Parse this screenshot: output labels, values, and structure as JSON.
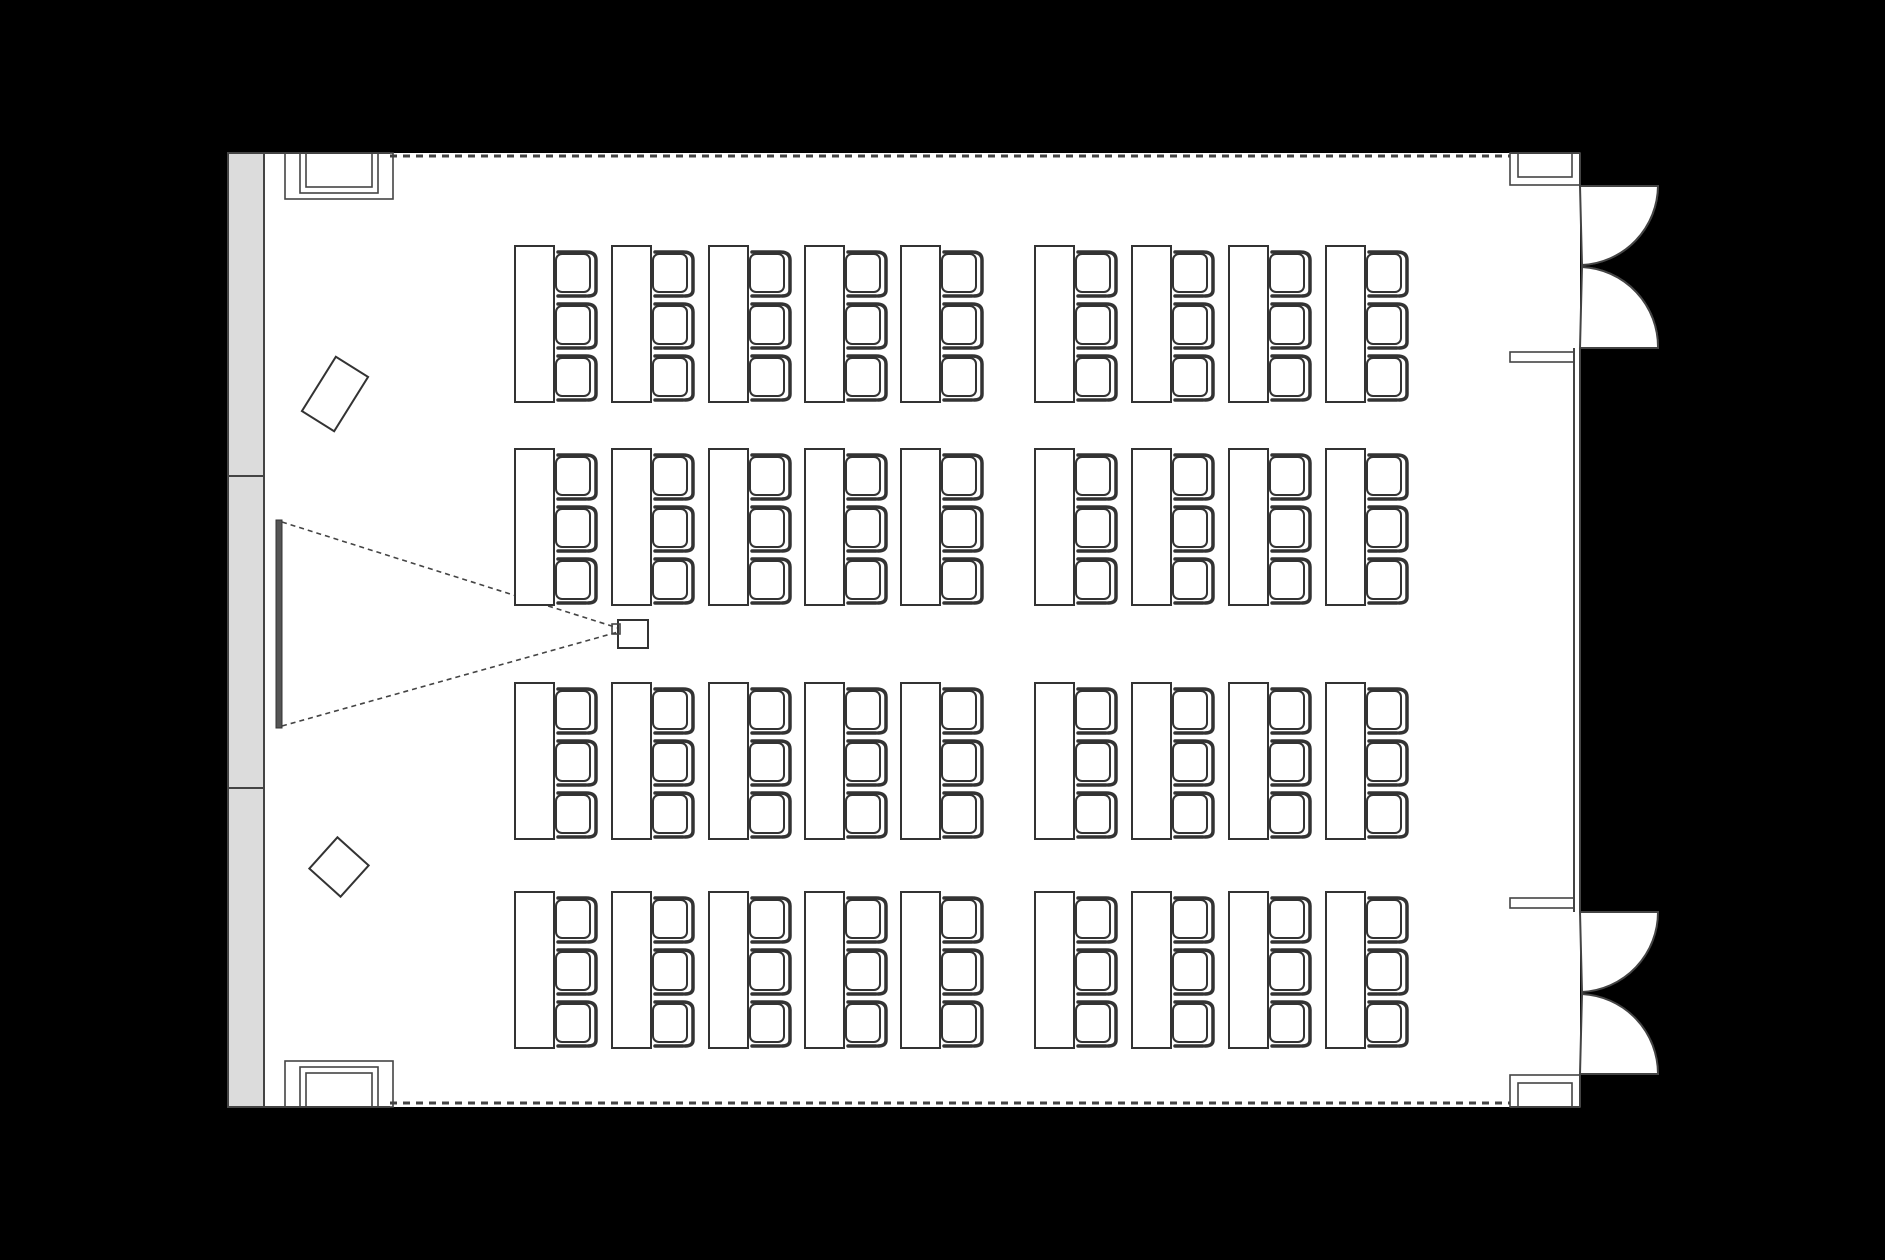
{
  "plan": {
    "layout": "classroom",
    "desk_groups": 4,
    "desks_per_row": [
      5,
      4
    ],
    "chairs_per_desk": 3,
    "background_color": "#000000",
    "floor_color": "#ffffff",
    "line_color": "#333333",
    "wall_fill_color": "#dcdcdc"
  },
  "elements": {
    "doors": [
      "double-door-top",
      "double-door-bottom"
    ],
    "equipment": [
      "projection-screen",
      "projector",
      "lectern",
      "side-table"
    ]
  }
}
